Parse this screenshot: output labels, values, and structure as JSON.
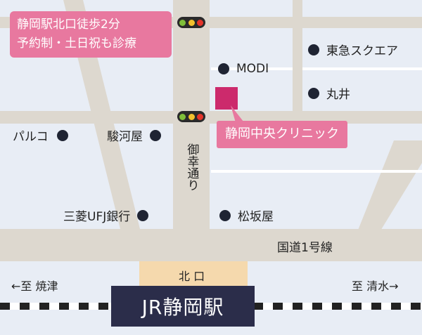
{
  "info": {
    "line1": "静岡駅北口徒歩2分",
    "line2": "予約制・土日祝も診療"
  },
  "clinic": {
    "name": "静岡中央クリニック",
    "marker_color": "#cc2a6c"
  },
  "colors": {
    "accent": "#e8789f",
    "background": "#e8edf5",
    "road": "#ddd8cf",
    "station": "#2b2d4a",
    "landmark_dot": "#1f2433"
  },
  "landmarks": {
    "modi": "MODI",
    "tokyu": "東急スクエア",
    "marui": "丸井",
    "parco": "パルコ",
    "sungaya": "駿河屋",
    "mufj": "三菱UFJ銀行",
    "matsuzakaya": "松坂屋"
  },
  "roads": {
    "miyuki": "御幸通り",
    "route1": "国道1号線"
  },
  "station": {
    "name": "JR静岡駅",
    "north_exit": "北 口"
  },
  "directions": {
    "west": "←至 焼津",
    "east": "至 清水→"
  },
  "signals": {
    "colors": [
      "#7fbf3a",
      "#f2c12e",
      "#e5352b"
    ]
  }
}
